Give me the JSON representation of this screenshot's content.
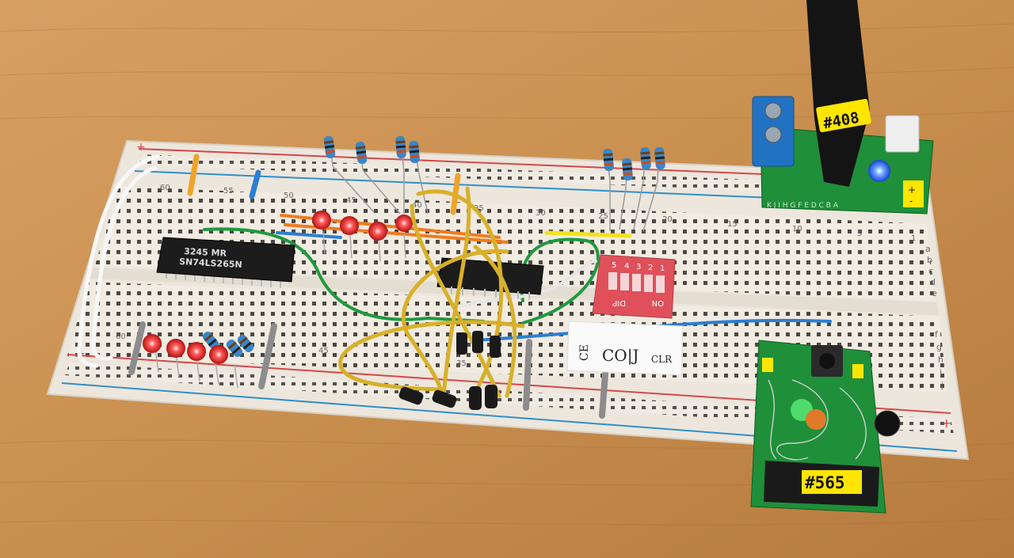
{
  "breadboard": {
    "column_numbers": [
      "60",
      "55",
      "50",
      "45",
      "40",
      "35",
      "30",
      "25",
      "20",
      "15",
      "10",
      "5",
      "1"
    ],
    "lower_column_numbers": [
      "60",
      "45",
      "35"
    ],
    "rows_top": [
      "a",
      "b",
      "c",
      "d",
      "e"
    ],
    "rows_bottom": [
      "f",
      "g",
      "h",
      "i",
      "j"
    ],
    "rail_plus": "+",
    "rail_minus": "-"
  },
  "chips": {
    "left_chip_line1": "3245 MR",
    "left_chip_line2": "SN74LS265N"
  },
  "dip_switch": {
    "numbers": [
      "1",
      "2",
      "3",
      "4",
      "5"
    ],
    "dip_label": "DIP",
    "on_label": "ON"
  },
  "note_card": {
    "text_1": "CE",
    "text_2": "CO|J",
    "text_3": "CLR"
  },
  "modules": {
    "power_label": "#408",
    "power_row_letters": "K J I H G F E D C B A",
    "power_plus": "+",
    "power_minus": "-",
    "timer_label": "#565"
  },
  "colors": {
    "wood": "#c98f4f",
    "board": "#efe9df",
    "rail_red": "#d44848",
    "rail_blue": "#2f8fc8",
    "led_red": "#ff3b3b",
    "led_blue": "#5aa0ff",
    "led_green": "#4fdc6a",
    "pcb_green": "#1f8f3a",
    "dip_red": "#e0505a",
    "label_yellow": "#ffe600"
  }
}
